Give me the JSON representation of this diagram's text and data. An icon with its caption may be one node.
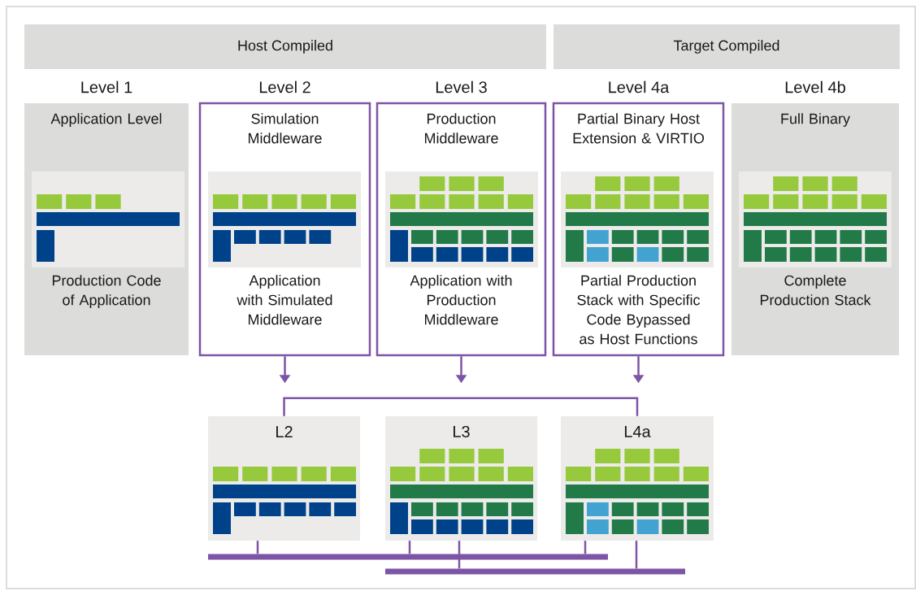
{
  "diagram": {
    "nodes": [
      {
        "text": [
          "Host Compiled"
        ]
      },
      {
        "text": [
          "Target Compiled"
        ]
      },
      {
        "text": [
          "Level 1",
          "Application Level",
          "Production Code of Application"
        ]
      },
      {
        "text": [
          "Level 2",
          "Simulation Middleware",
          "Application with Simulated Middleware"
        ]
      },
      {
        "text": [
          "Level 3",
          "Production Middleware",
          "Application with Production Middleware"
        ]
      },
      {
        "text": [
          "Level 4a",
          "Partial Binary Host Extension & VIRTIO",
          "Partial Production Stack with Specific Code Bypassed as Host Functions"
        ]
      },
      {
        "text": [
          "Level 4b",
          "Full Binary",
          "Complete Production Stack"
        ]
      },
      {
        "text": [
          "L2"
        ]
      },
      {
        "text": [
          "L3"
        ]
      },
      {
        "text": [
          "L4a"
        ]
      },
      {
        "text": [],
        "shape": "bar"
      },
      {
        "text": [],
        "shape": "bar"
      }
    ],
    "edges": [
      {
        "from": 3,
        "to": null,
        "arrow": "to"
      },
      {
        "from": 4,
        "to": null,
        "arrow": "to"
      },
      {
        "from": 5,
        "to": null,
        "arrow": "to"
      },
      {
        "from": 7,
        "to": 9,
        "arrow": "none"
      },
      {
        "from": 7,
        "to": 10,
        "arrow": "none"
      },
      {
        "from": 8,
        "to": 10,
        "arrow": "none"
      },
      {
        "from": 9,
        "to": 10,
        "arrow": "none"
      },
      {
        "from": 8,
        "to": 11,
        "arrow": "none"
      },
      {
        "from": 9,
        "to": 11,
        "arrow": "none"
      }
    ]
  }
}
